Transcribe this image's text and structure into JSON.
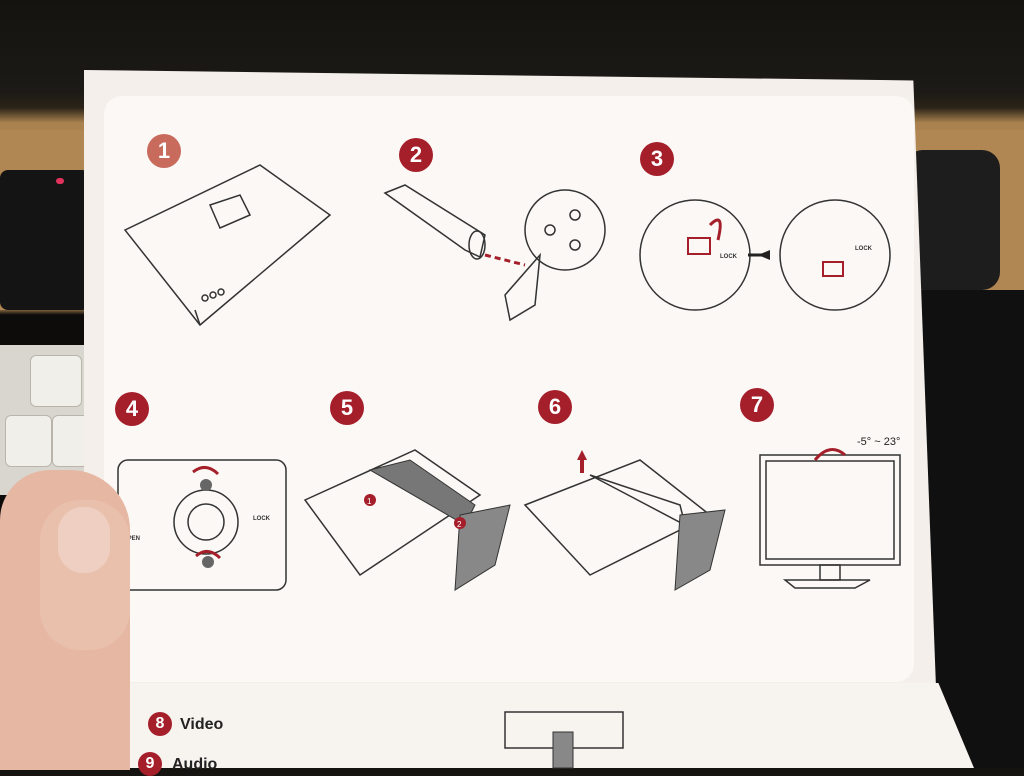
{
  "steps": [
    "1",
    "2",
    "3",
    "4",
    "5",
    "6",
    "7"
  ],
  "sections": [
    {
      "number": "8",
      "label": "Video"
    },
    {
      "number": "9",
      "label": "Audio"
    }
  ],
  "labels": {
    "lock": "LOCK",
    "open": "OPEN",
    "tilt_range": "-5° ~ 23°",
    "sub_step_1": "1",
    "sub_step_2": "2"
  },
  "colors": {
    "accent": "#a51f2b",
    "paper": "#fbf8f5",
    "desk": "#b08652"
  }
}
